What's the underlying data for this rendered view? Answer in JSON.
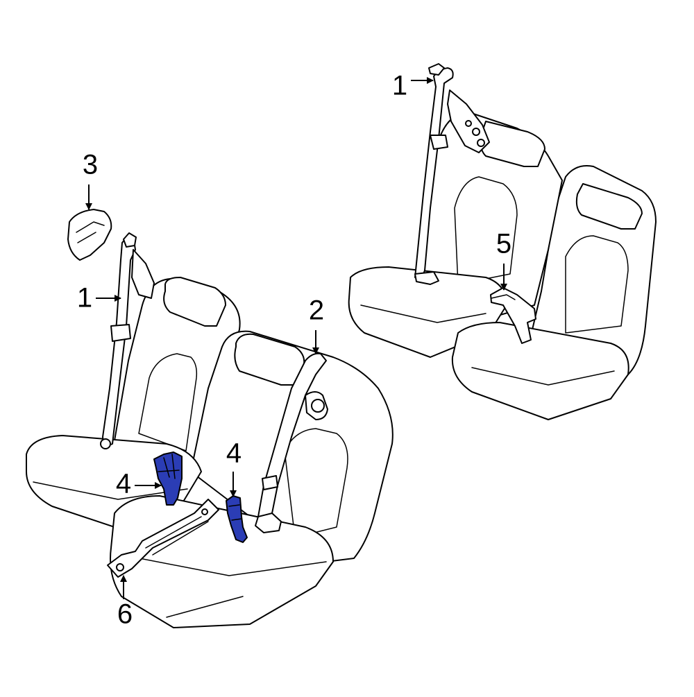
{
  "diagram": {
    "highlight_color": "#2b3db5",
    "line_color": "#000000",
    "background_color": "#ffffff",
    "callouts": {
      "c1_left": "1",
      "c1_right": "1",
      "c2": "2",
      "c3": "3",
      "c4_left": "4",
      "c4_right": "4",
      "c5": "5",
      "c6": "6"
    }
  }
}
